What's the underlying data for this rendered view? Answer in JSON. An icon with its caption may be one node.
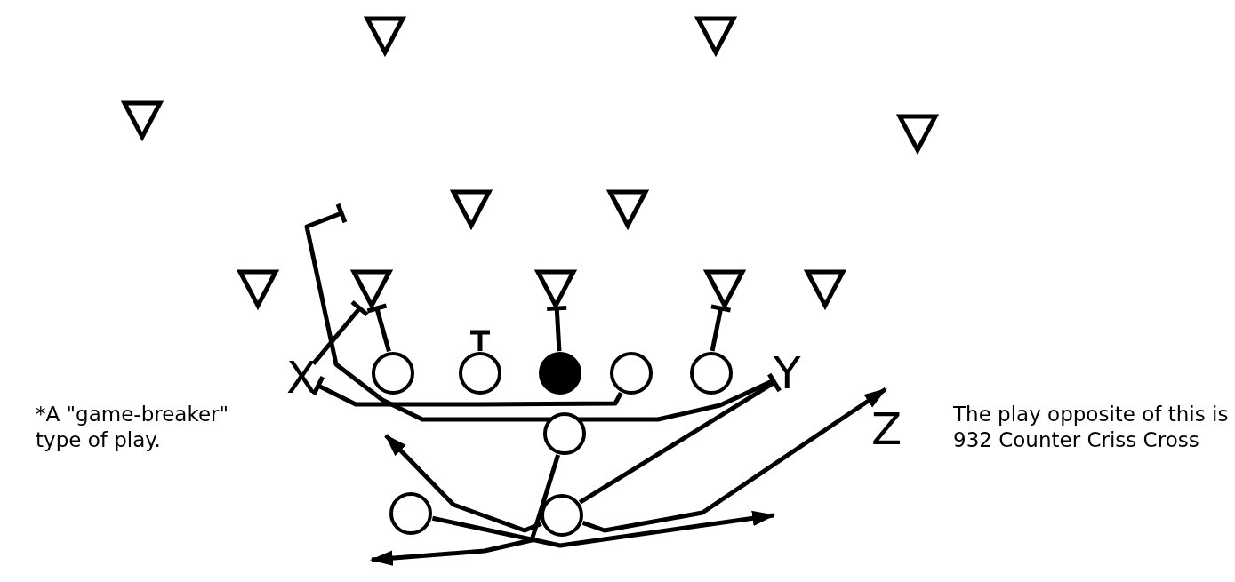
{
  "diagram": {
    "nodes": [
      {
        "text": [],
        "shape": "triangle"
      },
      {
        "text": [],
        "shape": "triangle"
      },
      {
        "text": [],
        "shape": "triangle"
      },
      {
        "text": [],
        "shape": "triangle"
      },
      {
        "text": [],
        "shape": "triangle"
      },
      {
        "text": [],
        "shape": "triangle"
      },
      {
        "text": [],
        "shape": "triangle"
      },
      {
        "text": [],
        "shape": "triangle"
      },
      {
        "text": [],
        "shape": "triangle"
      },
      {
        "text": [],
        "shape": "triangle"
      },
      {
        "text": [],
        "shape": "triangle"
      },
      {
        "text": [],
        "shape": "circle"
      },
      {
        "text": [],
        "shape": "circle"
      },
      {
        "text": [],
        "shape": "dot"
      },
      {
        "text": [],
        "shape": "circle"
      },
      {
        "text": [],
        "shape": "circle"
      },
      {
        "text": [],
        "shape": "circle"
      },
      {
        "text": [],
        "shape": "circle"
      },
      {
        "text": [],
        "shape": "circle"
      },
      {
        "text": [
          "X"
        ]
      },
      {
        "text": [
          "Y"
        ]
      }
    ],
    "edges": [
      {
        "from": 11,
        "to": 7,
        "arrow": "other"
      },
      {
        "from": 12,
        "to": null,
        "arrow": "other"
      },
      {
        "from": 13,
        "to": 8,
        "arrow": "other"
      },
      {
        "from": 15,
        "to": 9,
        "arrow": "other"
      },
      {
        "from": 14,
        "to": 19,
        "arrow": "other"
      },
      {
        "from": 19,
        "to": 7,
        "arrow": "other"
      },
      {
        "from": 20,
        "to": null,
        "arrow": "other"
      },
      {
        "from": 18,
        "to": 20,
        "arrow": "other"
      },
      {
        "from": 18,
        "to": null,
        "arrow": "to"
      },
      {
        "from": 18,
        "to": null,
        "arrow": "to"
      },
      {
        "from": 17,
        "to": null,
        "arrow": "to"
      },
      {
        "from": 16,
        "to": null,
        "arrow": "to"
      }
    ],
    "labels": [
      "*A \"game-breaker\" type of play.",
      "Z",
      "The play opposite of this is 932 Counter Criss Cross"
    ]
  }
}
